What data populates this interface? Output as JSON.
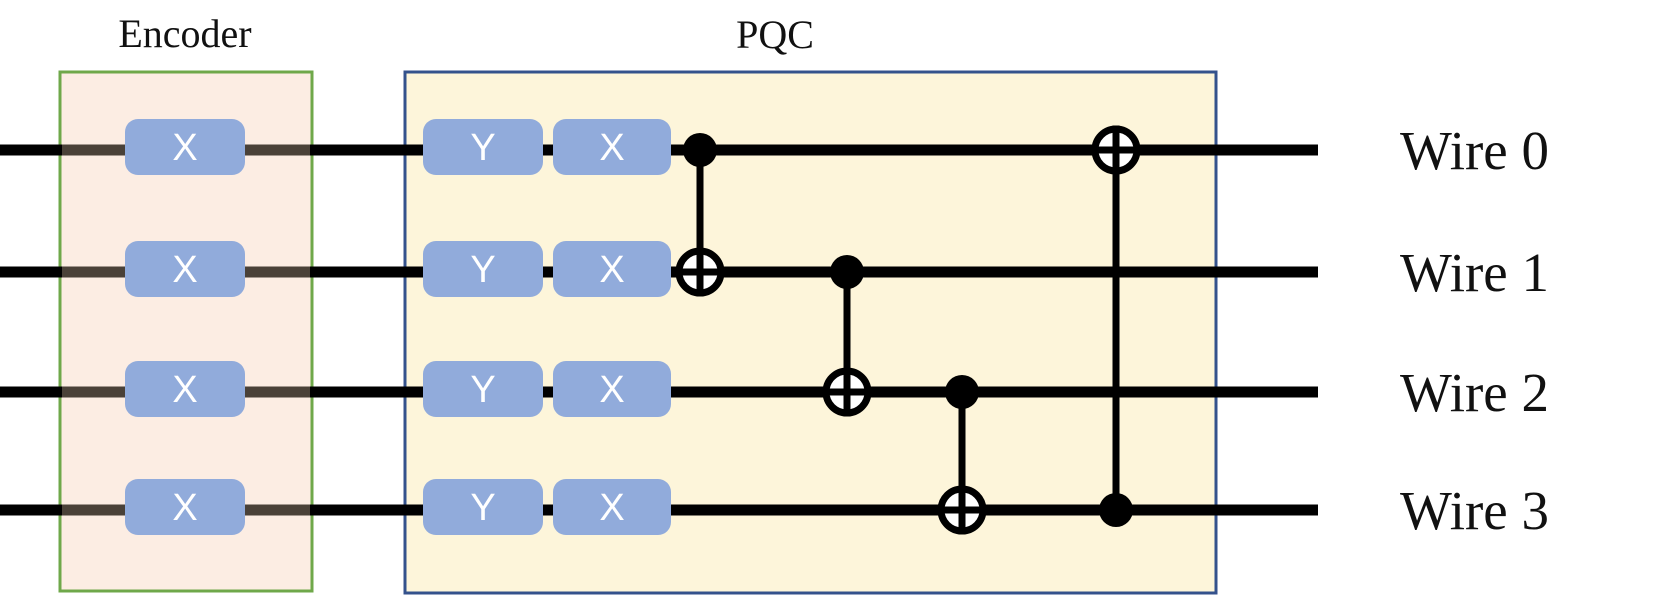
{
  "diagram": {
    "encoder": {
      "title": "Encoder",
      "gates": [
        {
          "wire": 0,
          "label": "X"
        },
        {
          "wire": 1,
          "label": "X"
        },
        {
          "wire": 2,
          "label": "X"
        },
        {
          "wire": 3,
          "label": "X"
        }
      ]
    },
    "pqc": {
      "title": "PQC",
      "gates": [
        {
          "wire": 0,
          "column": 1,
          "label": "Y"
        },
        {
          "wire": 0,
          "column": 2,
          "label": "X"
        },
        {
          "wire": 1,
          "column": 1,
          "label": "Y"
        },
        {
          "wire": 1,
          "column": 2,
          "label": "X"
        },
        {
          "wire": 2,
          "column": 1,
          "label": "Y"
        },
        {
          "wire": 2,
          "column": 2,
          "label": "X"
        },
        {
          "wire": 3,
          "column": 1,
          "label": "Y"
        },
        {
          "wire": 3,
          "column": 2,
          "label": "X"
        }
      ],
      "cnots": [
        {
          "control_wire": 0,
          "target_wire": 1
        },
        {
          "control_wire": 1,
          "target_wire": 2
        },
        {
          "control_wire": 2,
          "target_wire": 3
        },
        {
          "control_wire": 3,
          "target_wire": 0
        }
      ]
    },
    "wires": [
      {
        "label": "Wire 0"
      },
      {
        "label": "Wire 1"
      },
      {
        "label": "Wire 2"
      },
      {
        "label": "Wire 3"
      }
    ],
    "colors": {
      "gate_fill": "#91abdb",
      "gate_text": "#ffffff",
      "encoder_box_fill": "#fcede3",
      "encoder_box_border": "#6fa84a",
      "pqc_box_fill": "#fdf5da",
      "pqc_box_border": "#34528c",
      "wire": "#000000",
      "wire_inside_encoder": "#4a4138"
    }
  }
}
